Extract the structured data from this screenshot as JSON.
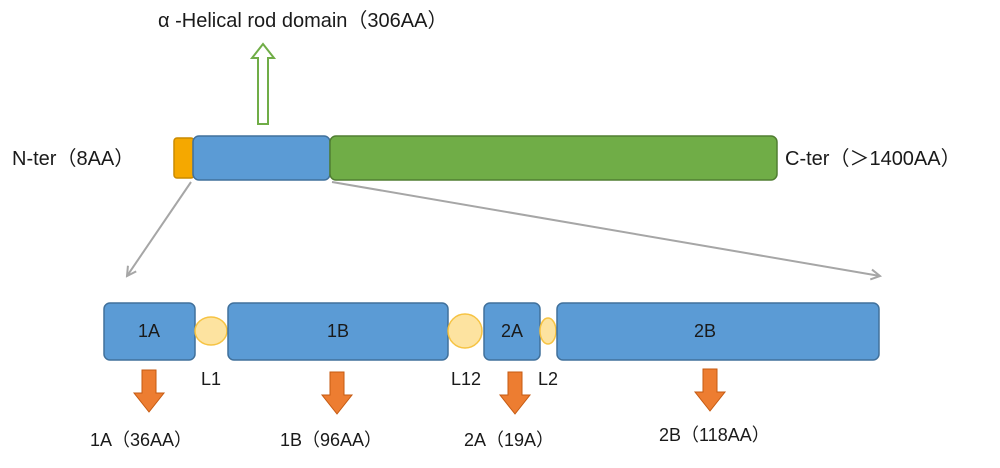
{
  "title": "α -Helical rod domain（306AA）",
  "n_terminal": "N-ter（8AA）",
  "c_terminal": "C-ter（＞1400AA）",
  "segments": {
    "s1a": "1A",
    "s1b": "1B",
    "s2a": "2A",
    "s2b": "2B"
  },
  "linkers": {
    "l1": "L1",
    "l12": "L12",
    "l2": "L2"
  },
  "lengths": {
    "s1a": "1A（36AA）",
    "s1b": "1B（96AA）",
    "s2a": "2A（19A）",
    "s2b": "2B（118AA）"
  },
  "colors": {
    "n_term": "#f5a800",
    "rod": "#5b9bd5",
    "rod_border": "#41719c",
    "c_term": "#70ad47",
    "c_term_border": "#507e32",
    "linker": "#fde3a0",
    "linker_border": "#f6c343",
    "down_arrow": "#ed7d31",
    "up_arrow": "#70ad47",
    "zoom_line": "#a6a6a6"
  }
}
